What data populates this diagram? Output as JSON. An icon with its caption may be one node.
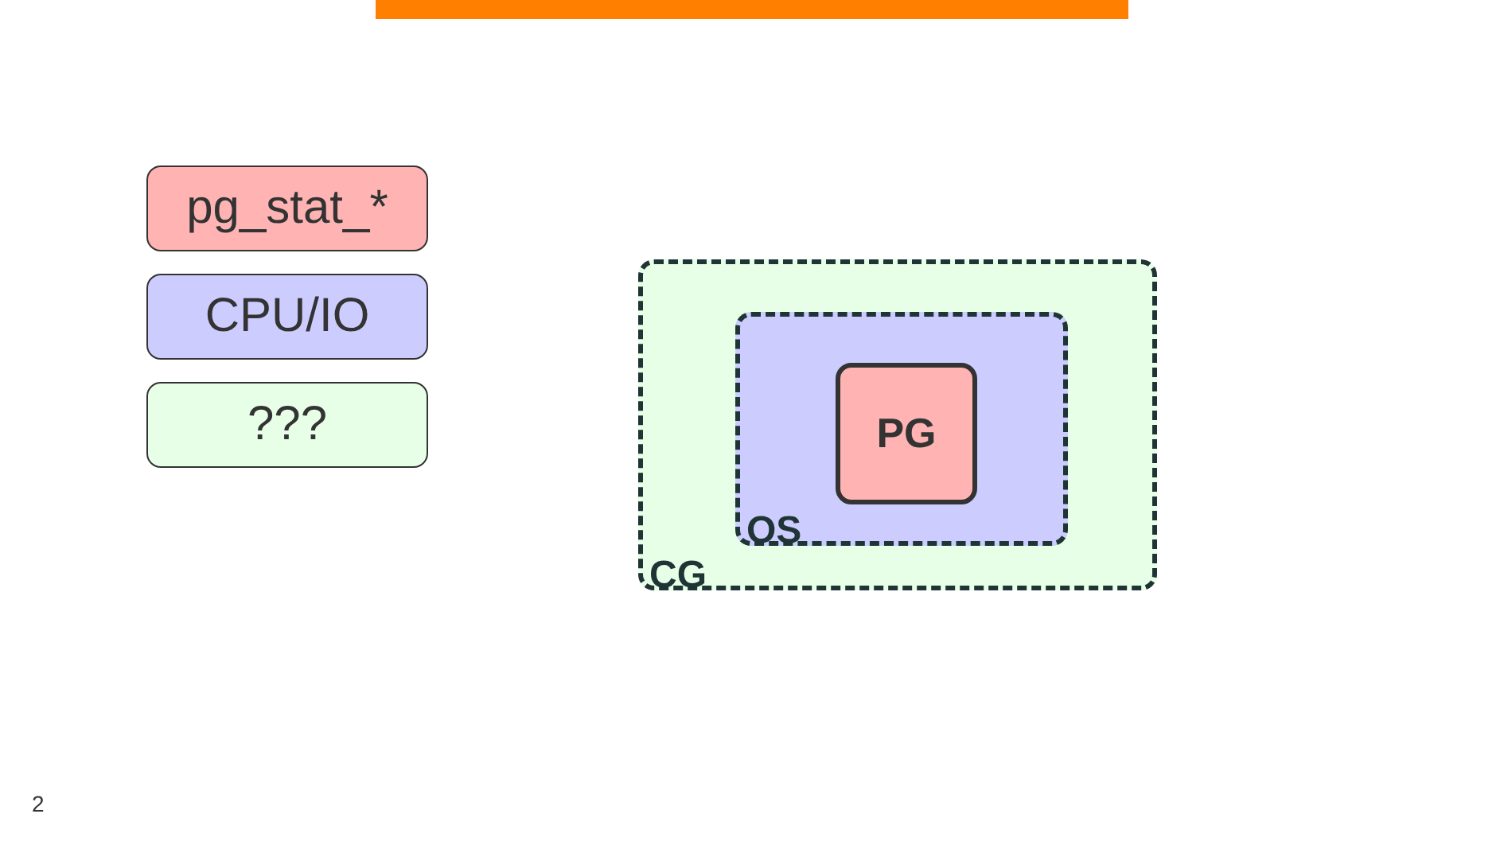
{
  "diagram": {
    "nodes": [
      {
        "text": [
          "pg_stat_*"
        ]
      },
      {
        "text": [
          "CPU/IO"
        ]
      },
      {
        "text": [
          "???"
        ]
      },
      {
        "text": [
          "CG"
        ]
      },
      {
        "text": [
          "OS"
        ],
        "in": 3
      },
      {
        "text": [
          "PG"
        ],
        "in": 4
      }
    ],
    "labels": [
      "2"
    ]
  }
}
